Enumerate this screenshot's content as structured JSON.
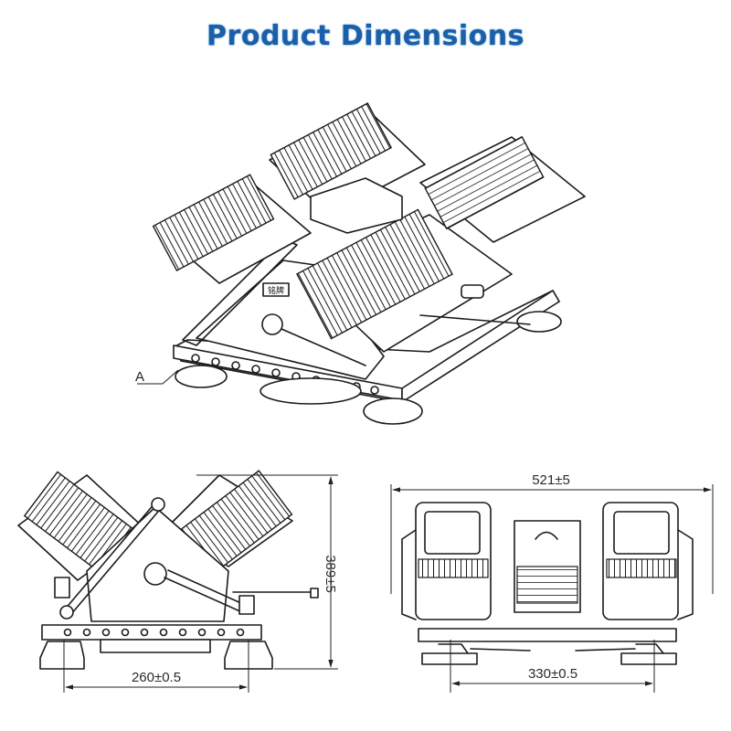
{
  "title": "Product Dimensions",
  "title_color": "#1a5fa8",
  "isometric_view": {
    "callout_label": "A",
    "nameplate_text": "铭牌"
  },
  "side_view": {
    "height_dimension": "389±5",
    "base_width_dimension": "260±0.5"
  },
  "front_view": {
    "overall_width_dimension": "521±5",
    "base_width_dimension": "330±0.5"
  }
}
